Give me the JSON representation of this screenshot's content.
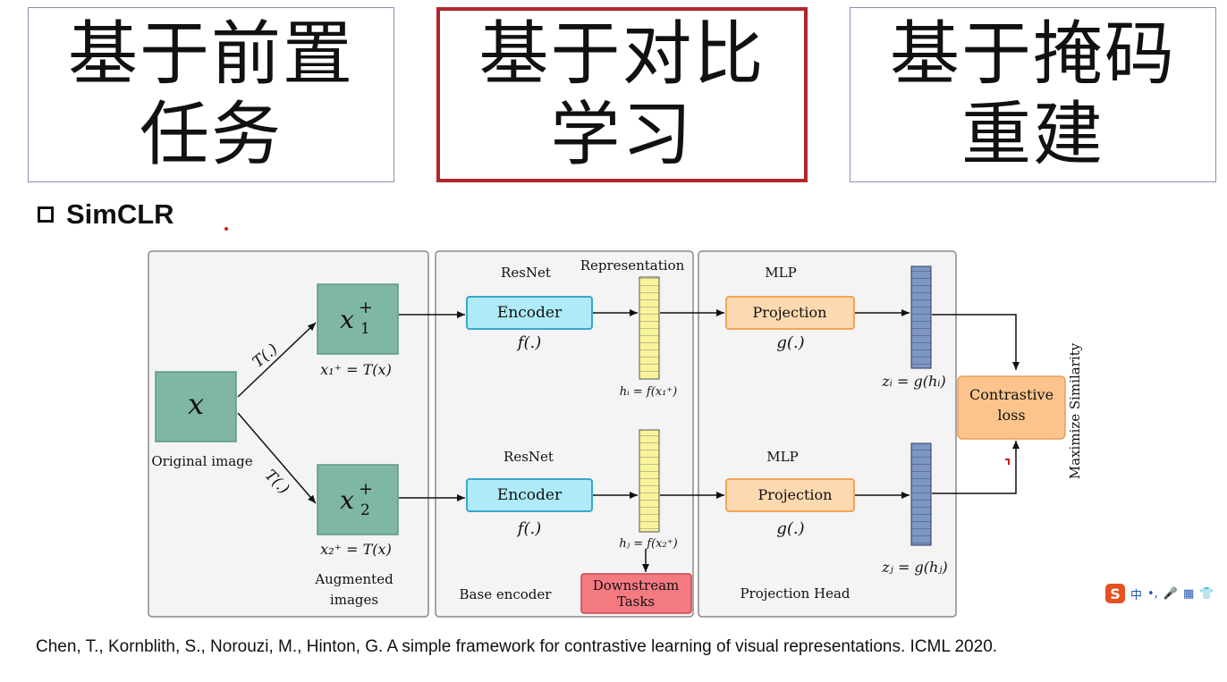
{
  "categories": [
    {
      "label": "基于前置\n任务",
      "active": false
    },
    {
      "label": "基于对比\n学习",
      "active": true
    },
    {
      "label": "基于掩码\n重建",
      "active": false
    }
  ],
  "section": {
    "title": "SimCLR"
  },
  "diagram": {
    "x_label": "x",
    "original_image_label": "Original image",
    "t_label_top": "T(.)",
    "t_label_bottom": "T(.)",
    "x1_label": "x",
    "x1_sub": "1",
    "x1_sup": "+",
    "x1_formula": "x₁⁺ = T(x)",
    "x2_label": "x",
    "x2_sub": "2",
    "x2_sup": "+",
    "x2_formula": "x₂⁺ = T(x)",
    "augmented_label_1": "Augmented",
    "augmented_label_2": "images",
    "resnet_top": "ResNet",
    "resnet_bottom": "ResNet",
    "encoder_top": "Encoder",
    "encoder_bottom": "Encoder",
    "f_top": "f(.)",
    "f_bottom": "f(.)",
    "representation_label": "Representation",
    "hi_formula": "hᵢ = f(x₁⁺)",
    "hj_formula": "hⱼ = f(x₂⁺)",
    "downstream_1": "Downstream",
    "downstream_2": "Tasks",
    "base_encoder_label": "Base encoder",
    "mlp_top": "MLP",
    "mlp_bottom": "MLP",
    "projection_top": "Projection",
    "projection_bottom": "Projection",
    "g_top": "g(.)",
    "g_bottom": "g(.)",
    "zi_formula": "zᵢ = g(hᵢ)",
    "zj_formula": "zⱼ = g(hⱼ)",
    "projection_head_label": "Projection Head",
    "contrastive_1": "Contrastive",
    "contrastive_2": "loss",
    "maximize_label": "Maximize Similarity"
  },
  "ime": {
    "logo": "S",
    "items": [
      "中",
      "•,",
      "🎤",
      "▦",
      "👕"
    ]
  },
  "citation": "Chen, T., Kornblith, S., Norouzi, M., Hinton, G. A simple framework for contrastive learning of visual representations. ICML 2020.",
  "colors": {
    "active_border": "#b0262b",
    "teal_box": "#7fb6a5",
    "encoder_box": "#aeeaf8",
    "projection_box": "#fdd9b0",
    "contrastive_box": "#fcc48c",
    "downstream_box": "#f47a82",
    "rep_vector": "#f8f49a",
    "z_vector": "#7e96c4"
  }
}
